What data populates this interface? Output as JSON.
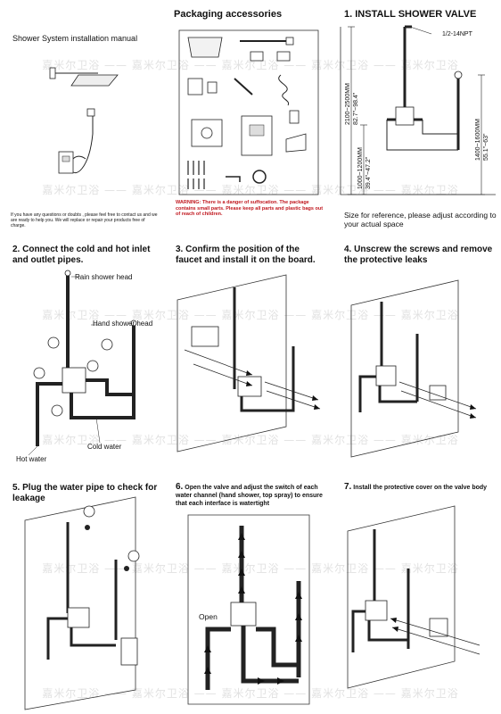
{
  "manual": {
    "title": "Shower System installation manual",
    "contact_note": "If you have any questions or doubts , please feel free to contact us and we are ready to help you. We will replace or repair your products free of charge."
  },
  "packaging": {
    "title": "Packaging accessories",
    "warning": "WARNING: There is a danger of suffocation. The package contains small parts. Please keep all parts and plastic bags out of reach of children."
  },
  "step1": {
    "title": "1. INSTALL SHOWER VALVE",
    "thread": "1/2-14NPT",
    "dim_total": "2100~2500MM",
    "dim_total_in": "82.7\"~98.4\"",
    "dim_valve": "1000~1200MM",
    "dim_valve_in": "39.4\"~47.2\"",
    "dim_side": "1400~1600MM",
    "dim_side_in": "55.1\"~63\"",
    "note": "Size for reference, please adjust according to your actual space"
  },
  "step2": {
    "title": "2. Connect the cold and hot inlet and outlet pipes.",
    "rain_label": "Rain shower head",
    "hand_label": "Hand shower head",
    "cold_label": "Cold water",
    "hot_label": "Hot water"
  },
  "step3": {
    "title": "3. Confirm the position of the faucet and install it on the board."
  },
  "step4": {
    "title": "4. Unscrew the screws and remove the protective leaks"
  },
  "step5": {
    "title": "5. Plug the water pipe to check for leakage"
  },
  "step6": {
    "number": "6.",
    "title": "Open the valve and adjust the switch of each water channel (hand shower, top spray) to ensure that each interface is watertight",
    "open_label": "Open"
  },
  "step7": {
    "number": "7.",
    "title": "Install the protective cover on the valve body"
  },
  "watermark": "嘉米尔卫浴 —— 嘉米尔卫浴 —— 嘉米尔卫浴 —— 嘉米尔卫浴 —— 嘉米尔卫浴"
}
